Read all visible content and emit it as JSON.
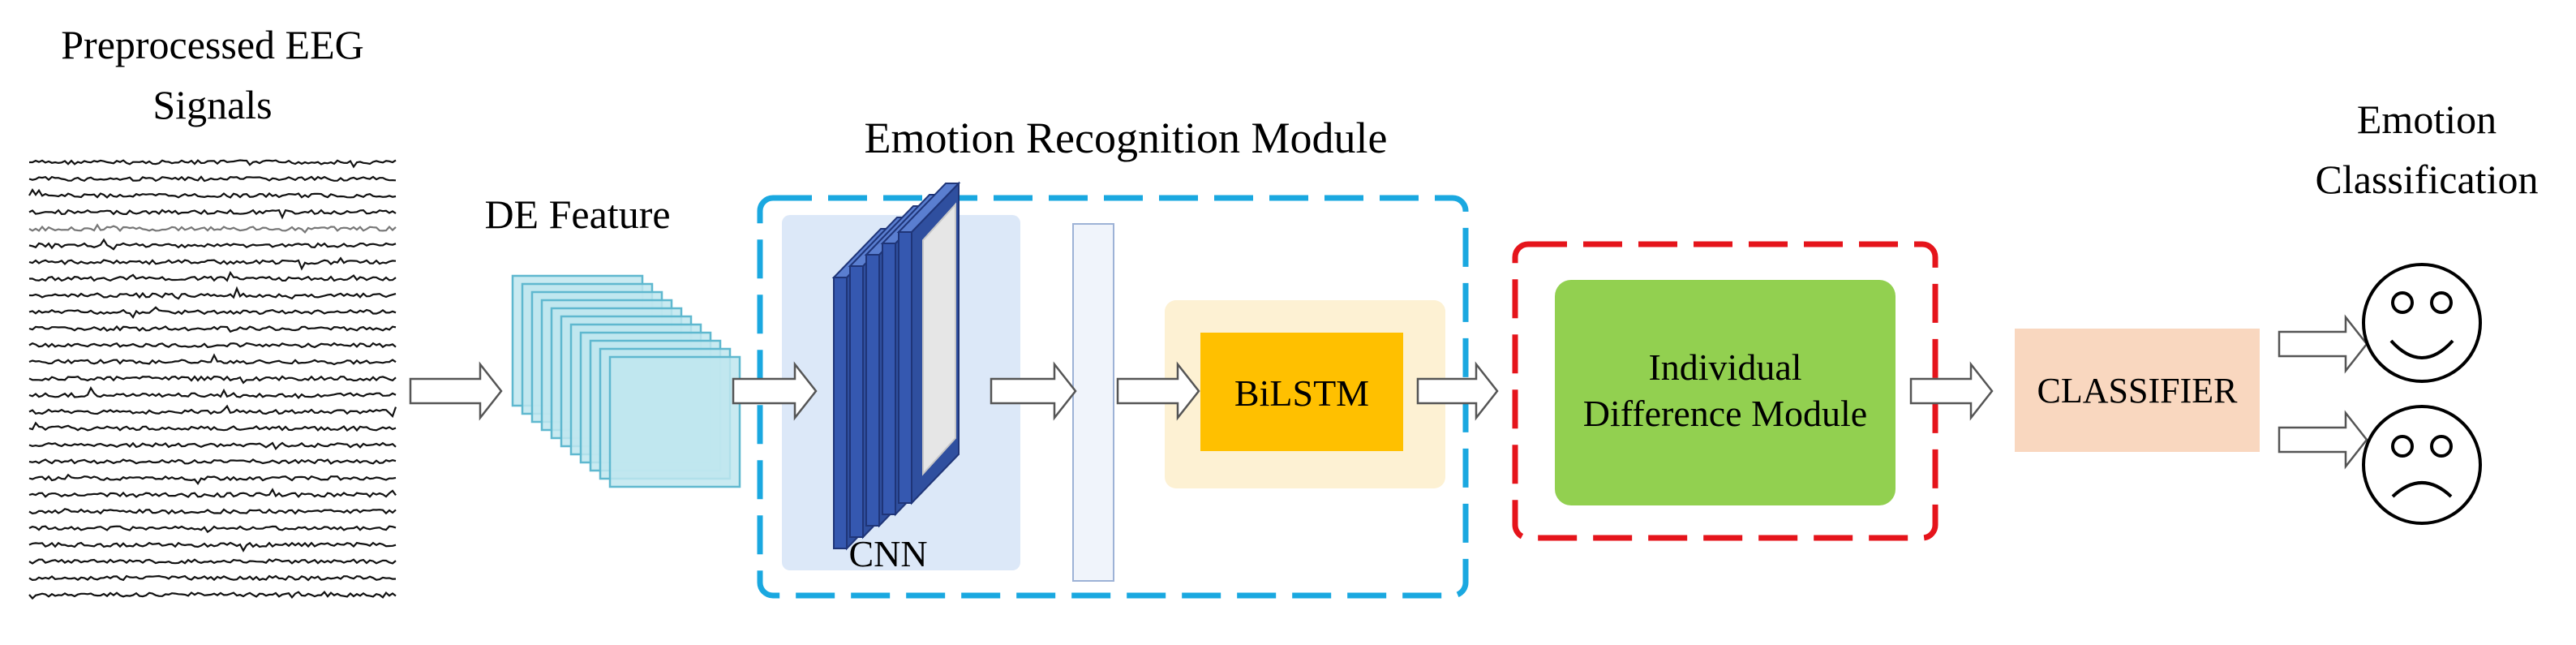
{
  "labels": {
    "eeg_title_line1": "Preprocessed EEG",
    "eeg_title_line2": "Signals",
    "de_feature": "DE Feature",
    "erm_title": "Emotion Recognition Module",
    "cnn": "CNN",
    "bilstm": "BiLSTM",
    "idm_line1": "Individual",
    "idm_line2": "Difference Module",
    "classifier": "CLASSIFIER",
    "ec_line1": "Emotion",
    "ec_line2": "Classification"
  },
  "icons": [
    "eeg-signal-icon",
    "feature-stack-icon",
    "arrow-right-icon",
    "happy-face-icon",
    "sad-face-icon"
  ],
  "colors": {
    "erm_border": "#1aa8e0",
    "idm_border": "#e5141b",
    "cnn_bg": "#dce8f8",
    "cnn_layer": "#3558b0",
    "bilstm_outer": "#fdf1d3",
    "bilstm_inner": "#ffc000",
    "idm_fill": "#92d050",
    "classifier_fill": "#f9d7bf",
    "feature_fill": "#bfe6ee",
    "feature_border": "#5fb8cf",
    "dense_fill": "#f0f4fb"
  }
}
